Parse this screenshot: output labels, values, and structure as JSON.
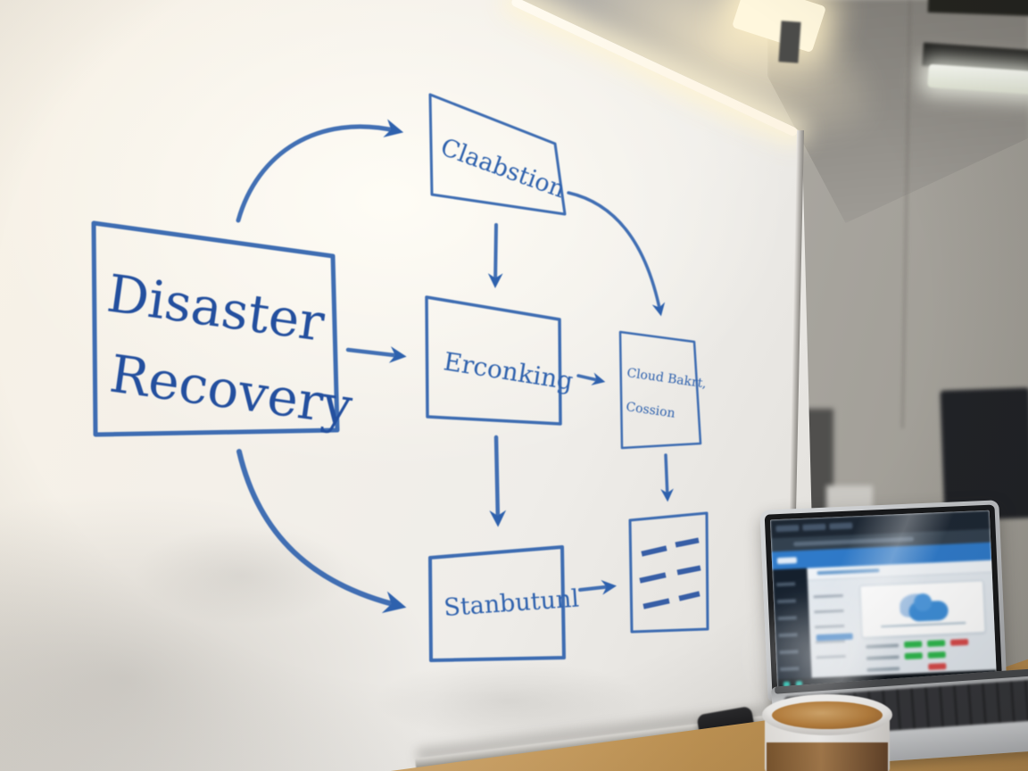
{
  "whiteboard": {
    "title_box": {
      "line1": "Disaster",
      "line2": "Recovery"
    },
    "top_box": {
      "label": "Claabstion"
    },
    "middle_box": {
      "label": "Erconking"
    },
    "right_box": {
      "line1": "Cloud Bakrt,",
      "line2": "Cossion"
    },
    "bottom_box": {
      "label": "Stanbutunl"
    }
  },
  "colors": {
    "ink": "#2e61ad",
    "ink-dark": "#234f9e",
    "status-ok": "#2fb84d",
    "status-err": "#d94a4a",
    "screen-accent": "#2f7ac9"
  }
}
